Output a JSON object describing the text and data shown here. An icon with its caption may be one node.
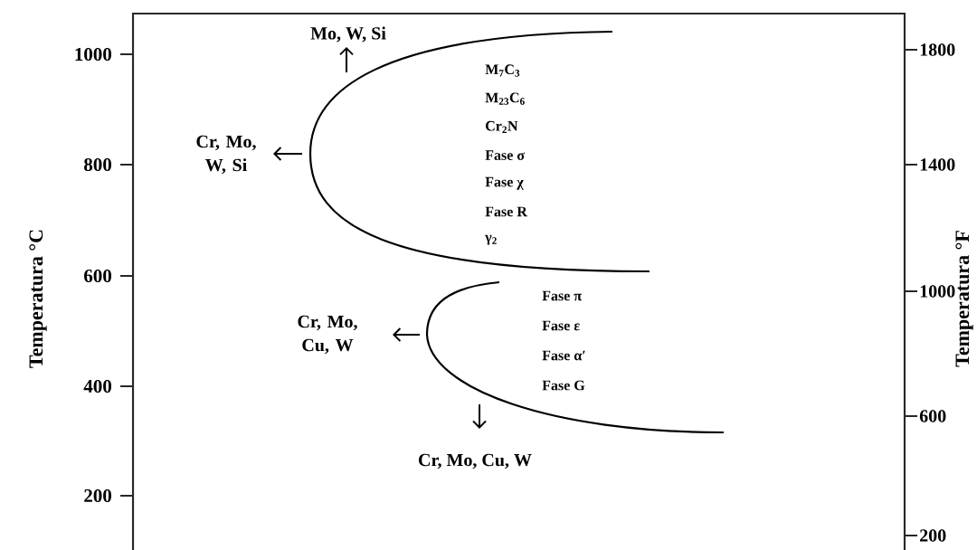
{
  "diagram": {
    "labels": [
      "1000",
      "800",
      "600",
      "400",
      "200",
      "Temperatura °C",
      "Mo, W, Si",
      "Cr, Mo, W, Si",
      "M$_{7}$C$_{3}$",
      "M$_{23}$C$_{6}$",
      "Cr$_{2}$N",
      "Fase σ",
      "Fase χ",
      "Fase R",
      "γ$_{2}$",
      "Cr, Mo, Cu, W",
      "Fase π",
      "Fase ε",
      "Fase α′",
      "Fase G",
      "Cr, Mo, Cu, W",
      "1800",
      "1400",
      "1000",
      "600",
      "200",
      "Temperatura °F"
    ]
  }
}
